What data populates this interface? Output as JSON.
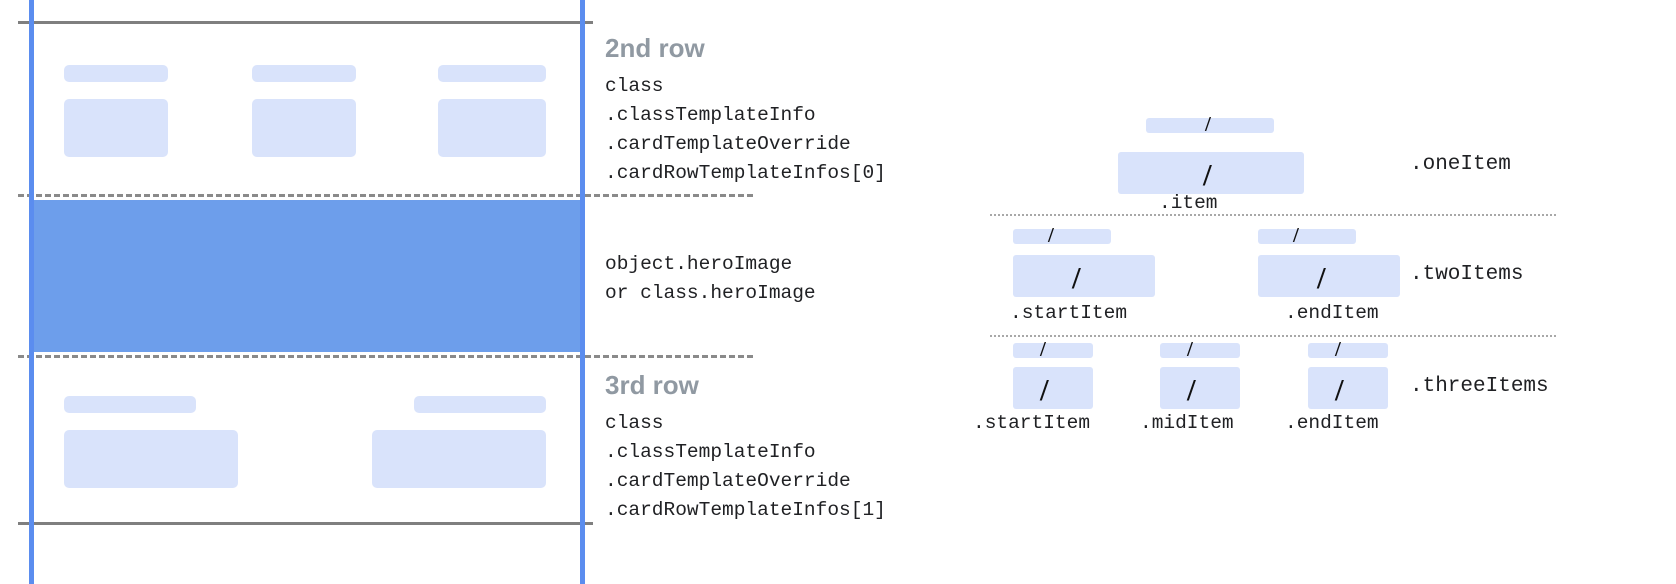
{
  "colors": {
    "accent_blue": "#5b8def",
    "hero_blue": "#6d9eeb",
    "placeholder_blue": "#d9e3fb",
    "rule_gray": "#7f7f7f",
    "dash_gray": "#8a8a8a",
    "dot_gray": "#a8a8a8",
    "title_gray": "#9099a2",
    "text_dark": "#202124"
  },
  "card_diagram": {
    "rows": [
      {
        "id": "second-row",
        "title": "2nd row",
        "code": "class\n.classTemplateInfo\n.cardTemplateOverride\n.cardRowTemplateInfos[0]",
        "code_lines": [
          "class",
          ".classTemplateInfo",
          ".cardTemplateOverride",
          ".cardRowTemplateInfos[0]"
        ],
        "placeholder_count": 3
      },
      {
        "id": "hero-row",
        "title": "",
        "code": "object.heroImage\nor class.heroImage",
        "code_lines": [
          "object.heroImage",
          "or class.heroImage"
        ],
        "placeholder_count": 0
      },
      {
        "id": "third-row",
        "title": "3rd row",
        "code": "class\n.classTemplateInfo\n.cardTemplateOverride\n.cardRowTemplateInfos[1]",
        "code_lines": [
          "class",
          ".classTemplateInfo",
          ".cardTemplateOverride",
          ".cardRowTemplateInfos[1]"
        ],
        "placeholder_count": 2
      }
    ]
  },
  "item_diagram": {
    "groups": [
      {
        "id": "one-item",
        "label": ".oneItem",
        "items": [
          {
            "caption": ".item",
            "glyph": "/"
          }
        ]
      },
      {
        "id": "two-items",
        "label": ".twoItems",
        "items": [
          {
            "caption": ".startItem",
            "glyph": "/"
          },
          {
            "caption": ".endItem",
            "glyph": "/"
          }
        ]
      },
      {
        "id": "three-items",
        "label": ".threeItems",
        "items": [
          {
            "caption": ".startItem",
            "glyph": "/"
          },
          {
            "caption": ".midItem",
            "glyph": "/"
          },
          {
            "caption": ".endItem",
            "glyph": "/"
          }
        ]
      }
    ]
  }
}
